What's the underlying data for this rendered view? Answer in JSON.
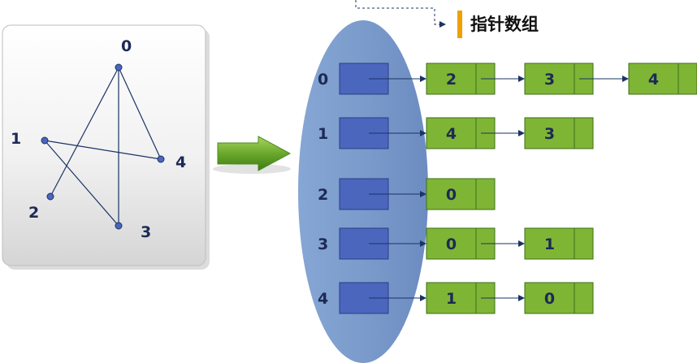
{
  "caption": "指针数组",
  "graph": {
    "vertices": [
      "0",
      "1",
      "2",
      "3",
      "4"
    ],
    "edges": [
      [
        "0",
        "4"
      ],
      [
        "0",
        "3"
      ],
      [
        "0",
        "2"
      ],
      [
        "1",
        "4"
      ],
      [
        "1",
        "3"
      ]
    ]
  },
  "adjacency_list": [
    {
      "index": "0",
      "nodes": [
        "2",
        "3",
        "4"
      ]
    },
    {
      "index": "1",
      "nodes": [
        "4",
        "3"
      ]
    },
    {
      "index": "2",
      "nodes": [
        "0"
      ]
    },
    {
      "index": "3",
      "nodes": [
        "0",
        "1"
      ]
    },
    {
      "index": "4",
      "nodes": [
        "1",
        "0"
      ]
    }
  ],
  "colors": {
    "pointer_cell": "#4b66bd",
    "list_node": "#7fb535",
    "array_ellipse": "#7f9fce",
    "caption_bar": "#f0a000",
    "line": "#1b3365",
    "arrow": "#66a62a"
  }
}
